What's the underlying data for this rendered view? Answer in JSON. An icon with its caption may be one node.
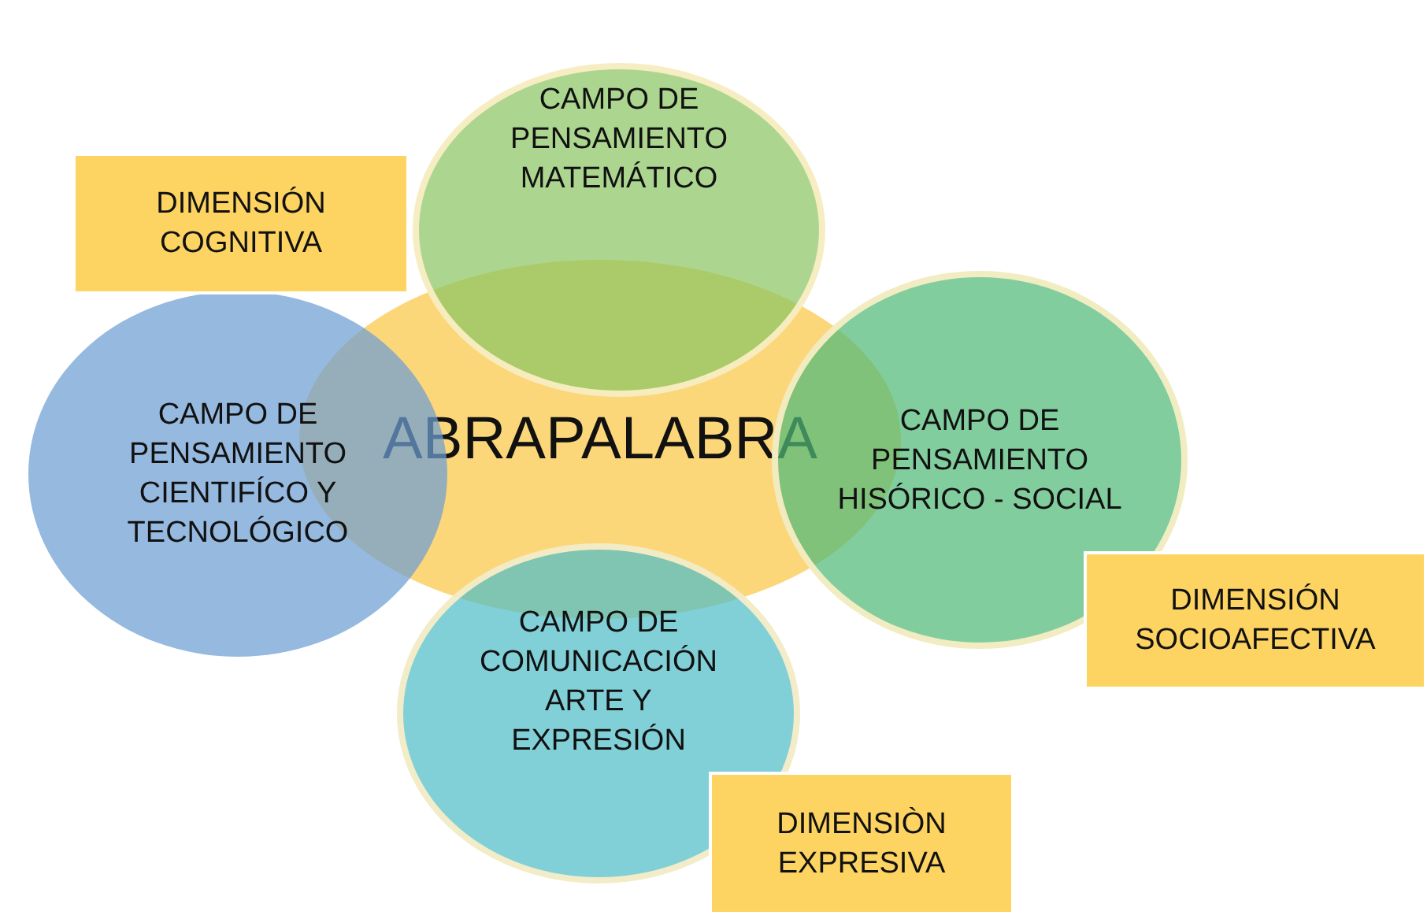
{
  "diagram": {
    "nodes": [
      {
        "text": [
          "CAMPO DE PENSAMIENTO MATEMÁTICO"
        ]
      },
      {
        "text": [
          "DIMENSIÓN COGNITIVA"
        ]
      },
      {
        "text": [
          "CAMPO DE PENSAMIENTO CIENTIFÍCO Y TECNOLÓGICO"
        ]
      },
      {
        "text": [
          "ABRAPALABRA"
        ]
      },
      {
        "text": [
          "CAMPO DE PENSAMIENTO HISÓRICO - SOCIAL"
        ]
      },
      {
        "text": [
          "DIMENSIÓN SOCIOAFECTIVA"
        ]
      },
      {
        "text": [
          "CAMPO DE COMUNICACIÓN ARTE Y EXPRESIÓN"
        ]
      },
      {
        "text": [
          "DIMENSIÒN EXPRESIVA"
        ]
      }
    ]
  }
}
